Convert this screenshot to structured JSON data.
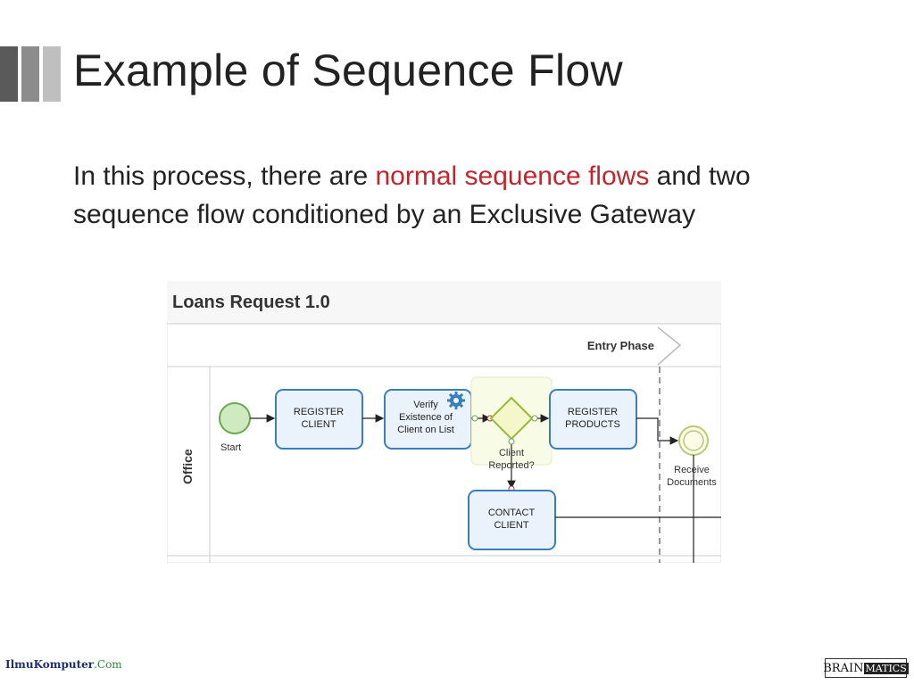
{
  "slide": {
    "title": "Example of Sequence Flow",
    "body_before": "In this process, there are ",
    "body_highlight": "normal sequence flows",
    "body_after": " and two sequence flow conditioned by an Exclusive Gateway"
  },
  "diagram": {
    "pool_title": "Loans Request 1.0",
    "phase_label": "Entry Phase",
    "lane_label": "Office",
    "nodes": {
      "start_label": "Start",
      "register_client": [
        "REGISTER",
        "CLIENT"
      ],
      "verify": [
        "Verify",
        "Existence of",
        "Client on List"
      ],
      "gateway_label": [
        "Client",
        "Reported?"
      ],
      "register_products": [
        "REGISTER",
        "PRODUCTS"
      ],
      "receive_documents": [
        "Receive",
        "Documents"
      ],
      "contact_client": [
        "CONTACT",
        "CLIENT"
      ]
    }
  },
  "footer": {
    "left_logo": "IlmuKomputer",
    "left_logo_suffix": ".Com",
    "right_logo": "BRAIN",
    "right_logo_suffix": "MATICS"
  },
  "colors": {
    "highlight": "#c0262d",
    "task_stroke": "#3b7fb8",
    "task_fill": "#eaf3fb",
    "start_stroke": "#6aa84f",
    "start_fill": "#cfeac0",
    "gateway_stroke": "#9ab83a",
    "gateway_fill": "#f3f7c9"
  }
}
